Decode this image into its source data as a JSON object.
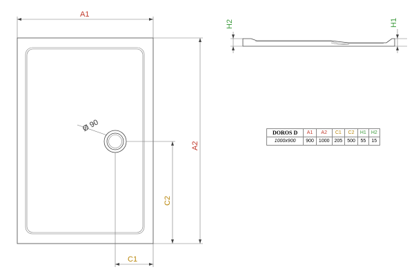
{
  "labels": {
    "a1": "A1",
    "a2": "A2",
    "c1": "C1",
    "c2": "C2",
    "h1": "H1",
    "h2": "H2",
    "drain": "Ø 90"
  },
  "table": {
    "model": "DOROS D",
    "size": "1000x900",
    "headers": [
      "A1",
      "A2",
      "C1",
      "C2",
      "H1",
      "H2"
    ],
    "values": [
      "900",
      "1000",
      "205",
      "500",
      "55",
      "15"
    ]
  },
  "colors": {
    "a": "#c0392b",
    "c": "#b8860b",
    "h": "#3c9a3c"
  }
}
